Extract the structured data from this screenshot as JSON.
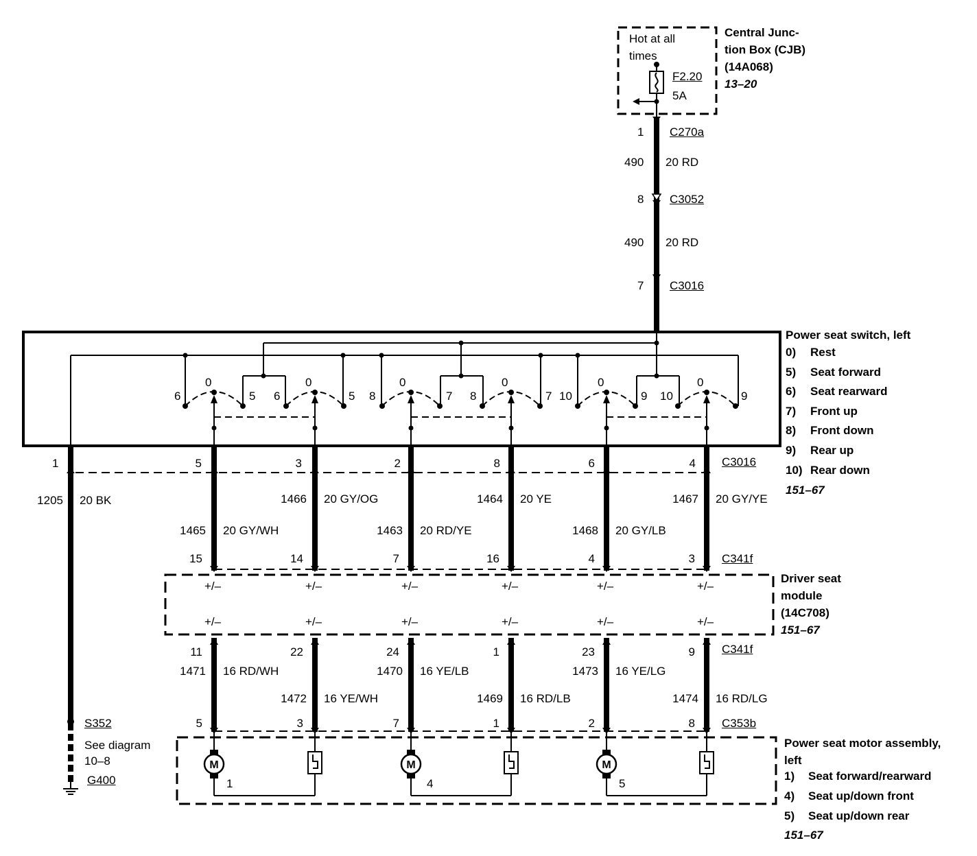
{
  "cjb": {
    "name_lines": [
      "Central Junc-",
      "tion Box (CJB)",
      "(14A068)"
    ],
    "ref": "13–20",
    "hot_lines": [
      "Hot at all",
      "times"
    ],
    "fuse_id": "F2.20",
    "fuse_rating": "5A"
  },
  "feed": {
    "c270a": {
      "pin": "1",
      "name": "C270a"
    },
    "wire1": {
      "circuit": "490",
      "color": "20 RD"
    },
    "c3052": {
      "pin": "8",
      "name": "C3052"
    },
    "wire2": {
      "circuit": "490",
      "color": "20 RD"
    },
    "c3016_top": {
      "pin": "7",
      "name": "C3016"
    }
  },
  "switch": {
    "title": "Power seat switch, left",
    "legend": [
      "0) Rest",
      "5) Seat forward",
      "6) Seat rearward",
      "7) Front up",
      "8) Front down",
      "9) Rear up",
      "10) Rear down"
    ],
    "legend_num": [
      "0)",
      "5)",
      "6)",
      "7)",
      "8)",
      "9)",
      "10)"
    ],
    "legend_txt": [
      "Rest",
      "Seat forward",
      "Seat rearward",
      "Front up",
      "Front down",
      "Rear up",
      "Rear down"
    ],
    "ref": "151–67",
    "contact_labels": [
      "6",
      "0",
      "5",
      "6",
      "0",
      "5",
      "8",
      "0",
      "7",
      "8",
      "0",
      "7",
      "10",
      "0",
      "9",
      "10",
      "0",
      "9"
    ]
  },
  "c3016": {
    "name": "C3016",
    "pins": [
      "1",
      "5",
      "3",
      "2",
      "8",
      "6",
      "4"
    ]
  },
  "wires_upper": [
    {
      "circuit": "1205",
      "color": "20 BK"
    },
    {
      "circuit": "1465",
      "color": "20 GY/WH"
    },
    {
      "circuit": "1466",
      "color": "20 GY/OG"
    },
    {
      "circuit": "1463",
      "color": "20 RD/YE"
    },
    {
      "circuit": "1464",
      "color": "20 YE"
    },
    {
      "circuit": "1468",
      "color": "20 GY/LB"
    },
    {
      "circuit": "1467",
      "color": "20 GY/YE"
    }
  ],
  "c341f_top": {
    "name": "C341f",
    "pins": [
      "15",
      "14",
      "7",
      "16",
      "4",
      "3"
    ]
  },
  "module": {
    "name_lines": [
      "Driver seat",
      "module",
      "(14C708)"
    ],
    "ref": "151–67",
    "pin_mark": "+/–"
  },
  "c341f_bot": {
    "name": "C341f",
    "pins": [
      "11",
      "22",
      "24",
      "1",
      "23",
      "9"
    ]
  },
  "wires_lower": [
    {
      "circuit": "1471",
      "color": "16 RD/WH"
    },
    {
      "circuit": "1472",
      "color": "16 YE/WH"
    },
    {
      "circuit": "1470",
      "color": "16 YE/LB"
    },
    {
      "circuit": "1469",
      "color": "16 RD/LB"
    },
    {
      "circuit": "1473",
      "color": "16 YE/LG"
    },
    {
      "circuit": "1474",
      "color": "16 RD/LG"
    }
  ],
  "c353b": {
    "name": "C353b",
    "pins": [
      "5",
      "3",
      "7",
      "1",
      "2",
      "8"
    ]
  },
  "motors": {
    "title_lines": [
      "Power seat motor assembly,",
      "left"
    ],
    "motor_symbol": "M",
    "motor_nums": [
      "1",
      "4",
      "5"
    ],
    "legend_num": [
      "1)",
      "4)",
      "5)"
    ],
    "legend_txt": [
      "Seat forward/rearward",
      "Seat up/down front",
      "Seat up/down rear"
    ],
    "ref": "151–67"
  },
  "ground": {
    "splice": "S352",
    "see_lines": [
      "See diagram",
      "10–8"
    ],
    "ground": "G400"
  }
}
